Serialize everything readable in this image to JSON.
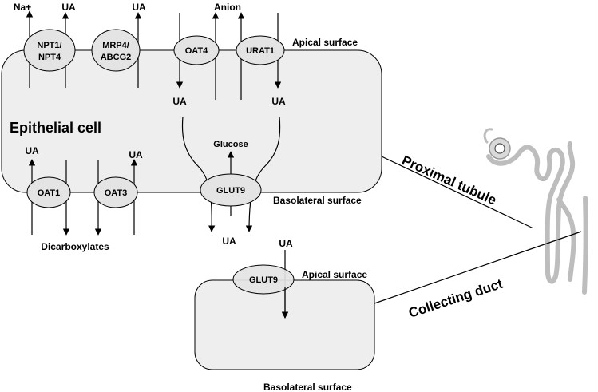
{
  "proximal_cell": {
    "title": "Epithelial cell",
    "apical_label": "Apical surface",
    "basolateral_label": "Basolateral surface",
    "apical_transporters": [
      {
        "line1": "NPT1/",
        "line2": "NPT4"
      },
      {
        "line1": "MRP4/",
        "line2": "ABCG2"
      },
      {
        "line1": "OAT4",
        "line2": ""
      },
      {
        "line1": "URAT1",
        "line2": ""
      }
    ],
    "basolateral_transporters": [
      {
        "label": "OAT1"
      },
      {
        "label": "OAT3"
      },
      {
        "label": "GLUT9"
      }
    ],
    "substrates": {
      "na": "Na+",
      "ua_npt": "UA",
      "ua_mrp": "UA",
      "anion": "Anion",
      "ua_oat4": "UA",
      "ua_urat1": "UA",
      "glucose": "Glucose",
      "ua_oat1": "UA",
      "ua_oat3": "UA",
      "dicarboxylates": "Dicarboxylates",
      "ua_glut9": "UA"
    }
  },
  "collecting_cell": {
    "transporter": "GLUT9",
    "apical_label": "Apical surface",
    "basolateral_label": "Basolateral surface",
    "ua": "UA"
  },
  "nephron_labels": {
    "proximal": "Proximal tubule",
    "collecting": "Collecting duct"
  },
  "colors": {
    "cell_fill": "#eeeeee",
    "transporter_fill": "#e4e4e4",
    "nephron_stroke": "#bdbdbd"
  }
}
